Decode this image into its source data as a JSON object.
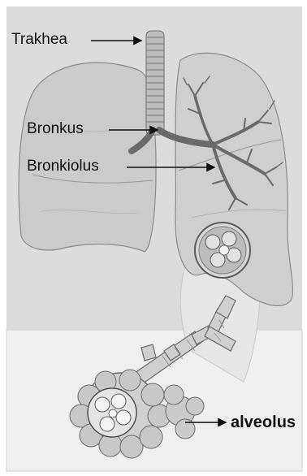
{
  "labels": {
    "trachea": "Trakhea",
    "bronchus": "Bronkus",
    "bronchiole": "Bronkiolus",
    "alveolus": "alveolus"
  },
  "colors": {
    "upper_panel": "#dcdcdc",
    "lower_panel": "#eeeeee",
    "lung_fill": "#c9c9c9",
    "lung_stroke": "#8a8a8a",
    "airway": "#6a6a6a",
    "arrow": "#111111"
  }
}
